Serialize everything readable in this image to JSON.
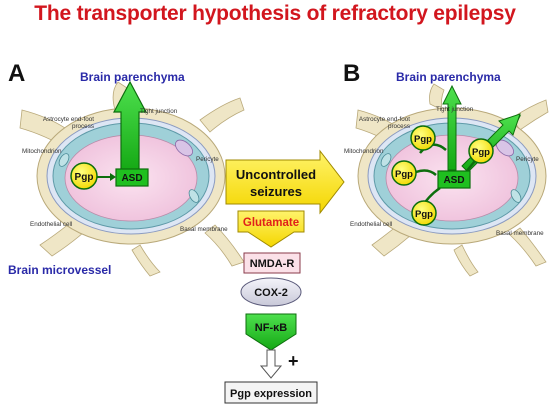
{
  "title": "The transporter hypothesis of refractory epilepsy",
  "panels": {
    "a": {
      "letter": "A",
      "top_label": "Brain parenchyma",
      "bottom_label": "Brain microvessel",
      "pgp": "Pgp",
      "asd": "ASD",
      "labels": {
        "astrocyte": [
          "Astrocyte end-foot",
          "process"
        ],
        "tight_junction": "Tight junction",
        "mitochondrion": "Mitochondrion",
        "pericyte": "Pericyte",
        "endothelial": "Endothelial cell",
        "basal": "Basal membrane"
      }
    },
    "b": {
      "letter": "B",
      "top_label": "Brain parenchyma",
      "pgp": "Pgp",
      "asd": "ASD",
      "labels": {
        "astrocyte": [
          "Astrocyte end-foot",
          "process"
        ],
        "tight_junction": "Tight junction",
        "mitochondrion": "Mitochondrion",
        "pericyte": "Pericyte",
        "endothelial": "Endothelial cell",
        "basal": "Basal membrane"
      }
    }
  },
  "cascade": {
    "seizures": [
      "Uncontrolled",
      "seizures"
    ],
    "glutamate": "Glutamate",
    "nmda": "NMDA-R",
    "cox2": "COX-2",
    "nfkb": "NF-κB",
    "plus": "+",
    "pgp_expression": "Pgp expression"
  },
  "colors": {
    "title": "#d2161e",
    "region_label": "#2a2aa8",
    "yellow": "#ffee00",
    "green": "#1fbf1f",
    "dark_green": "#0d6e0d",
    "glutamate_text": "#e0201a",
    "astrocyte": "#efe6c6",
    "vessel_pink": "#f7d2e8"
  }
}
